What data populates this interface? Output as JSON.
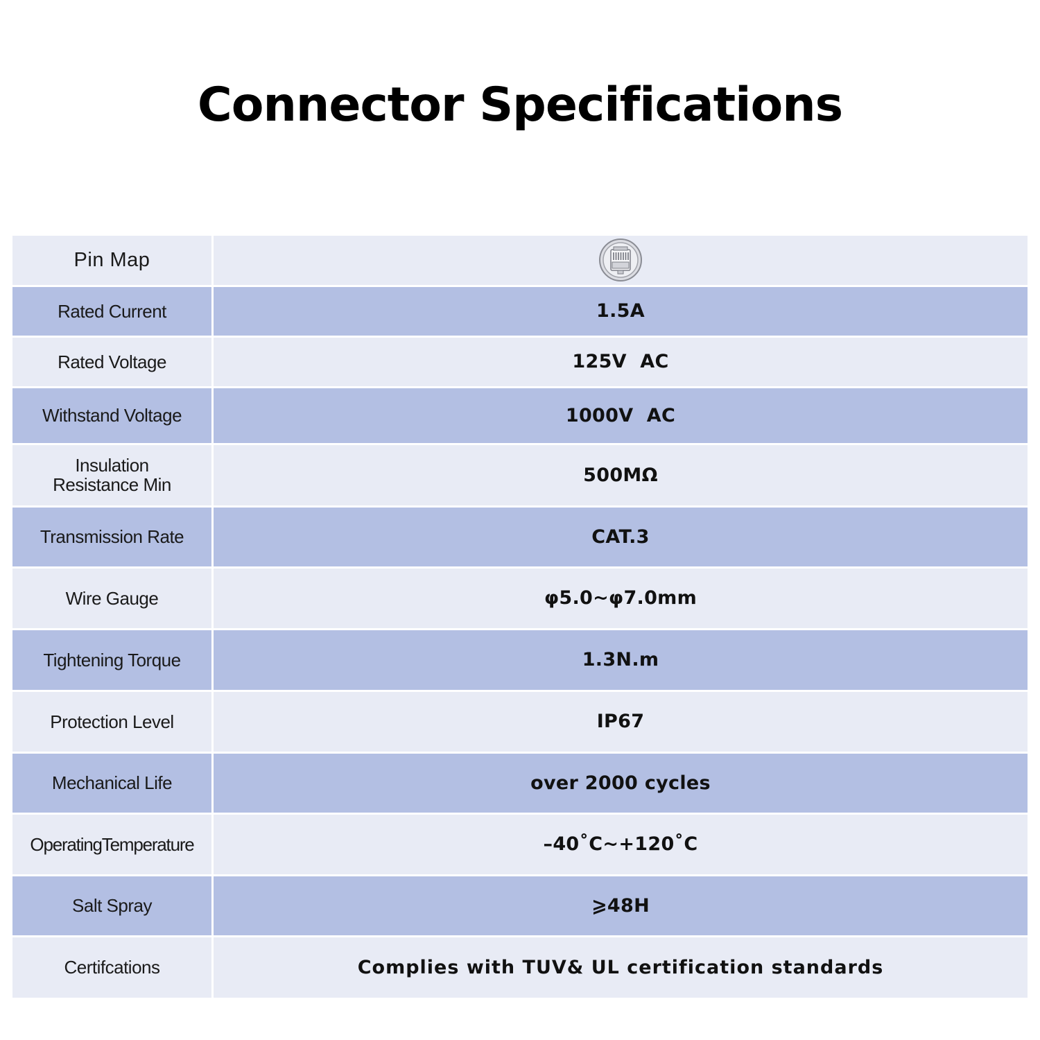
{
  "page": {
    "title": "Connector Specifications"
  },
  "specs": [
    {
      "label": "Pin Map",
      "value": "",
      "icon": "pin-map-icon"
    },
    {
      "label": "Rated Current",
      "value": "1.5A"
    },
    {
      "label": "Rated Voltage",
      "value": "125V  AC"
    },
    {
      "label": "Withstand Voltage",
      "value": "1000V  AC"
    },
    {
      "label": "Insulation\nResistance Min",
      "value": "500MΩ"
    },
    {
      "label": "Transmission Rate",
      "value": "CAT.3"
    },
    {
      "label": "Wire Gauge",
      "value": "φ5.0~φ7.0mm"
    },
    {
      "label": "Tightening Torque",
      "value": "1.3N.m"
    },
    {
      "label": "Protection Level",
      "value": "IP67"
    },
    {
      "label": "Mechanical Life",
      "value": "over 2000 cycles"
    },
    {
      "label": "OperatingTemperature",
      "value": "–40˚C~+120˚C"
    },
    {
      "label": "Salt Spray",
      "value": "⩾48H"
    },
    {
      "label": "Certifcations",
      "value": "Complies with TUV& UL certification standards"
    }
  ],
  "colors": {
    "row_light": "#e8ebf5",
    "row_dark": "#b3bfe3",
    "divider": "#ffffff"
  }
}
